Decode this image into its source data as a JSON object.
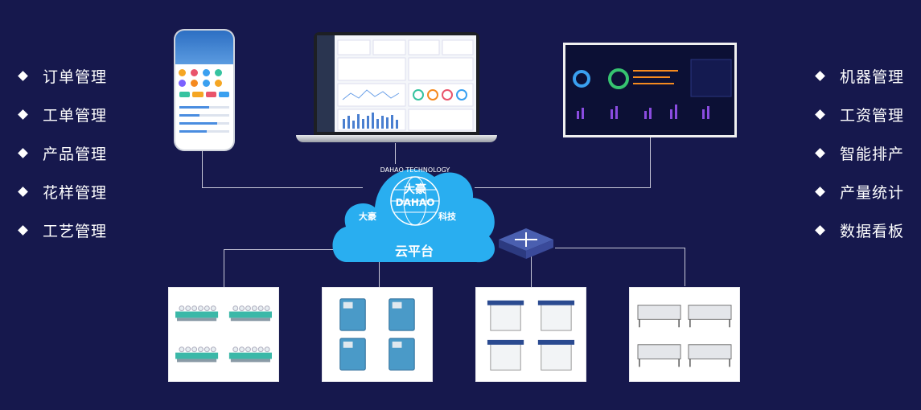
{
  "left_items": [
    "订单管理",
    "工单管理",
    "产品管理",
    "花样管理",
    "工艺管理"
  ],
  "right_items": [
    "机器管理",
    "工资管理",
    "智能排产",
    "产量统计",
    "数据看板"
  ],
  "cloud": {
    "label": "云平台",
    "logo_arc_text": "DAHAO TECHNOLOGY",
    "logo_center_text": "DAHAO",
    "logo_script": "大豪",
    "logo_left": "大豪",
    "logo_right": "科技"
  },
  "colors": {
    "background": "#16184d",
    "cloud": "#29aef0",
    "line": "#c8c8d8"
  },
  "icons": [
    "phone-device",
    "laptop-device",
    "dashboard-screen",
    "router-icon",
    "embroidery-machine",
    "sock-machine",
    "knitting-machine",
    "flat-knitting-machine"
  ]
}
